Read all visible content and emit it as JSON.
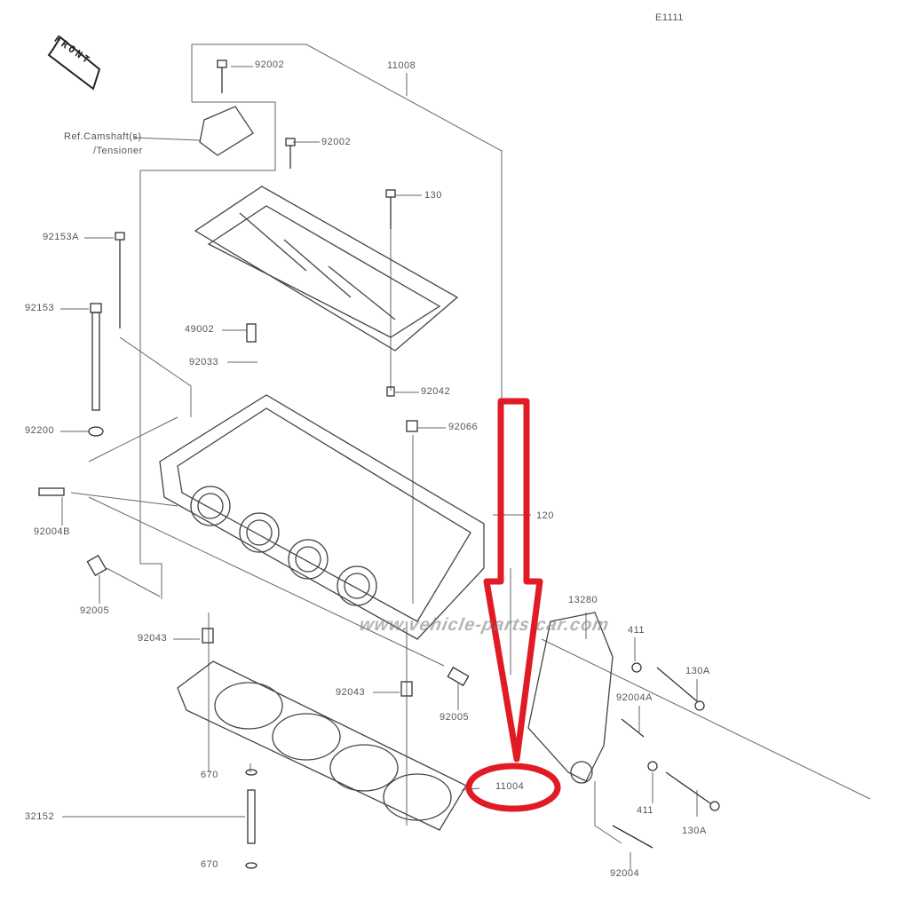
{
  "diagram_code": "E1111",
  "front_marker": "FRONT",
  "watermark": "www.vehicle-parts car.com",
  "highlight_color": "#e01b24",
  "labels": {
    "p92002a": "92002",
    "p11008": "11008",
    "ref1": "Ref.Camshaft(s)",
    "ref2": "/Tensioner",
    "p92002b": "92002",
    "p130": "130",
    "p92153A": "92153A",
    "p92153": "92153",
    "p49002": "49002",
    "p92033": "92033",
    "p92042": "92042",
    "p92200": "92200",
    "p92066": "92066",
    "p92004B": "92004B",
    "p120": "120",
    "p92005a": "92005",
    "p13280": "13280",
    "p411a": "411",
    "p130Aa": "130A",
    "p92043a": "92043",
    "p92004A": "92004A",
    "p92043b": "92043",
    "p92005b": "92005",
    "p11004": "11004",
    "p670a": "670",
    "p32152": "32152",
    "p411b": "411",
    "p130Ab": "130A",
    "p670b": "670",
    "p92004": "92004"
  }
}
